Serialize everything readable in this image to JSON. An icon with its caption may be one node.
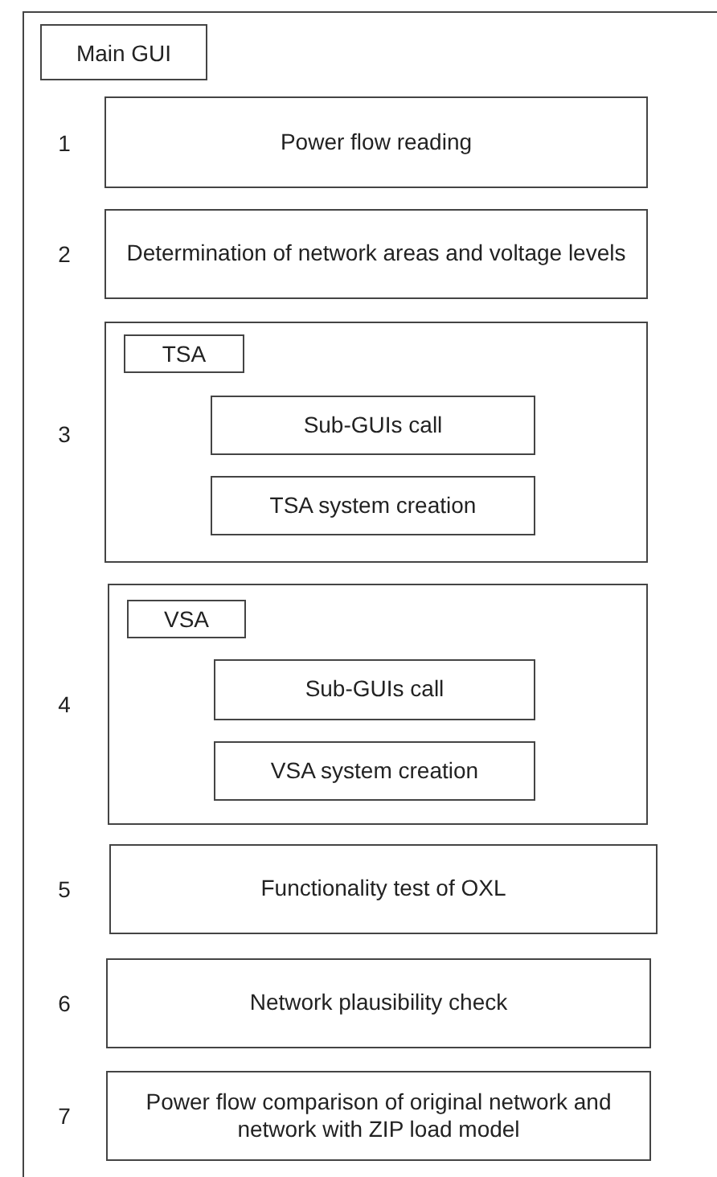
{
  "diagram": {
    "nodes": [
      {
        "text": [
          "Main GUI"
        ]
      },
      {
        "text": [
          "Power flow reading"
        ],
        "in": 0,
        "beside": [
          "1"
        ]
      },
      {
        "text": [
          "Determination of network areas and voltage levels"
        ],
        "in": 0,
        "beside": [
          "2"
        ]
      },
      {
        "text": [
          "TSA"
        ],
        "in": 0,
        "beside": [
          "3"
        ]
      },
      {
        "text": [
          "Sub-GUIs call"
        ],
        "in": 3
      },
      {
        "text": [
          "TSA system creation"
        ],
        "in": 3
      },
      {
        "text": [
          "VSA"
        ],
        "in": 0,
        "beside": [
          "4"
        ]
      },
      {
        "text": [
          "Sub-GUIs call"
        ],
        "in": 6
      },
      {
        "text": [
          "VSA system creation"
        ],
        "in": 6
      },
      {
        "text": [
          "Functionality test of OXL"
        ],
        "in": 0,
        "beside": [
          "5"
        ]
      },
      {
        "text": [
          "Network plausibility check"
        ],
        "in": 0,
        "beside": [
          "6"
        ]
      },
      {
        "text": [
          "Power flow comparison of original network and network with ZIP load model"
        ],
        "in": 0,
        "beside": [
          "7"
        ]
      }
    ],
    "edges": []
  }
}
